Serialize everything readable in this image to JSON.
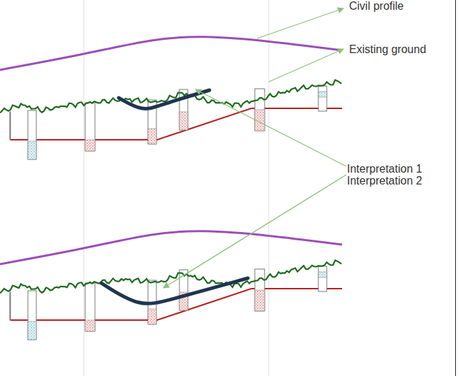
{
  "diagram": {
    "labels": [
      "Civil profile",
      "Existing ground",
      "Interpretation 1",
      "Interpretation 2"
    ]
  }
}
